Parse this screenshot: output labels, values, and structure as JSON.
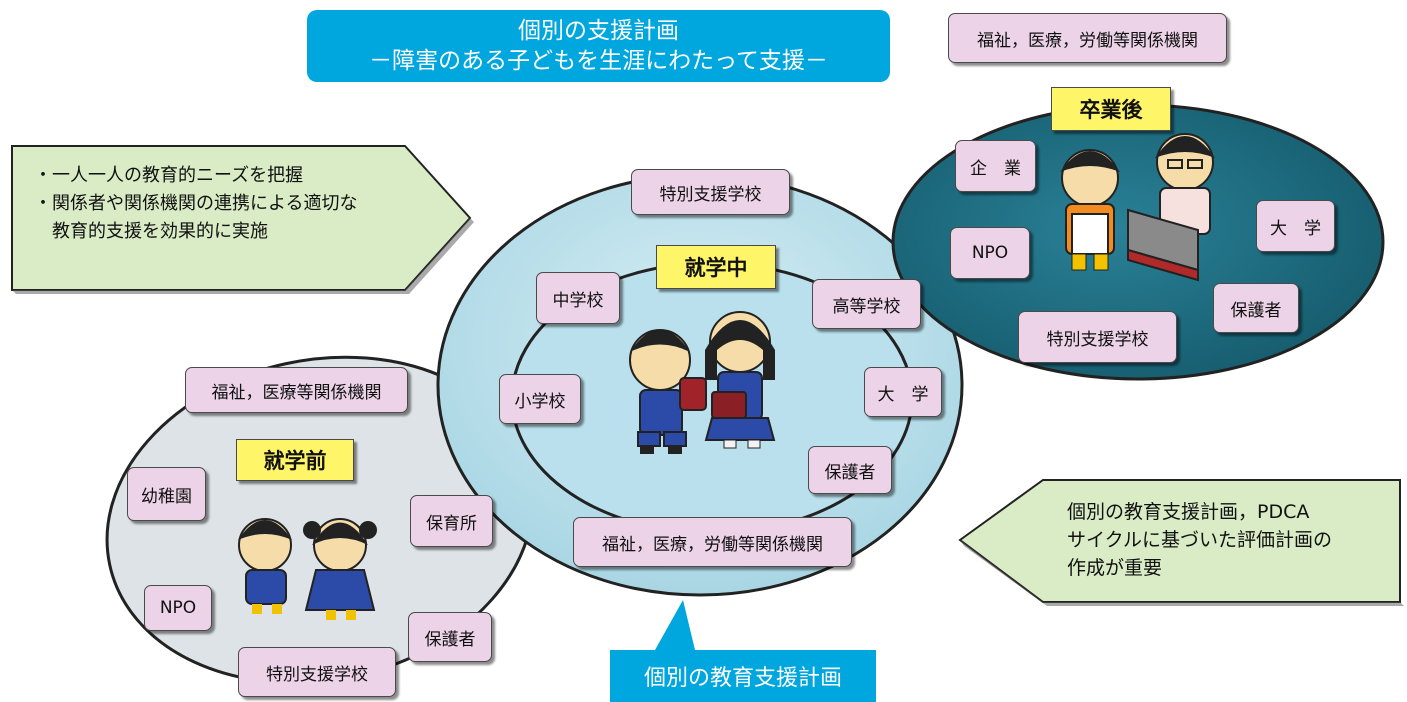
{
  "title": {
    "line1": "個別の支援計画",
    "line2": "－障害のある子どもを生涯にわたって支援－"
  },
  "left_note": {
    "lines": [
      "・一人一人の教育的ニーズを把握",
      "・関係者や関係機関の連携による適切な",
      "　教育的支援を効果的に実施"
    ]
  },
  "right_note": {
    "lines": [
      "個別の教育支援計画，PDCA",
      "サイクルに基づいた評価計画の",
      "作成が重要"
    ]
  },
  "bottom_callout": "個別の教育支援計画",
  "preschool": {
    "stage": "就学前",
    "agencies": [
      "福祉，医療等関係機関",
      "幼稚園",
      "保育所",
      "NPO",
      "保護者",
      "特別支援学校"
    ]
  },
  "school": {
    "stage": "就学中",
    "agencies": [
      "特別支援学校",
      "中学校",
      "高等学校",
      "小学校",
      "大　学",
      "保護者",
      "福祉，医療，労働等関係機関"
    ]
  },
  "postgrad": {
    "stage": "卒業後",
    "agencies": [
      "福祉，医療，労働等関係機関",
      "企　業",
      "大　学",
      "NPO",
      "保護者",
      "特別支援学校"
    ]
  },
  "colors": {
    "title_bg": "#00a6de",
    "agency_box": "#ecd3e8",
    "stage_label": "#fff568",
    "note_bg": "#d9ecc6",
    "preschool_ellipse": "#dde3e6",
    "school_ellipse": "#b8dde8",
    "postgrad_ellipse": "#1b6b7f"
  }
}
